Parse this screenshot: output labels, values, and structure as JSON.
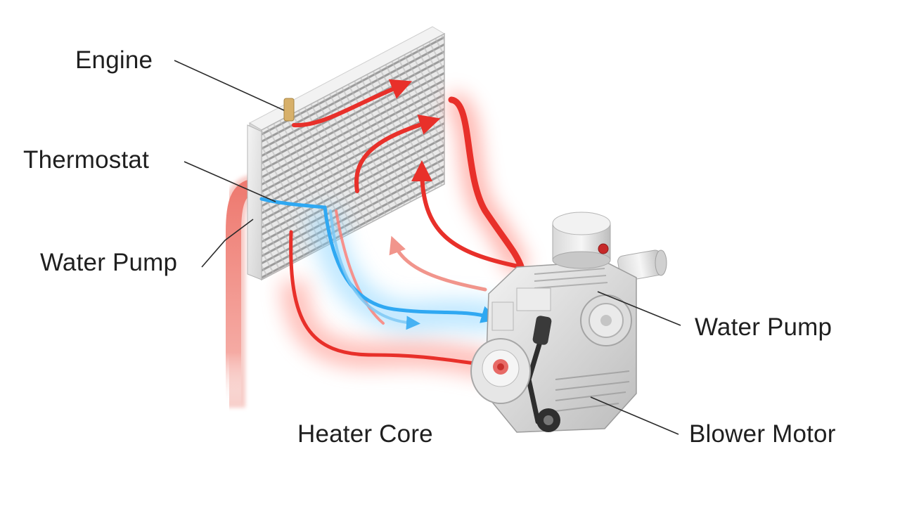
{
  "labels": {
    "engine": "Engine",
    "thermostat": "Thermostat",
    "water_pump_left": "Water Pump",
    "water_pump_right": "Water Pump",
    "heater_core": "Heater Core",
    "blower_motor": "Blower Motor"
  },
  "colors": {
    "hot_coolant": "#e8302a",
    "cool_coolant": "#2fa8f2",
    "hose": "#f08a7e",
    "radiator_body": "#e2e2e2",
    "leader_line": "#2a2a2a"
  }
}
